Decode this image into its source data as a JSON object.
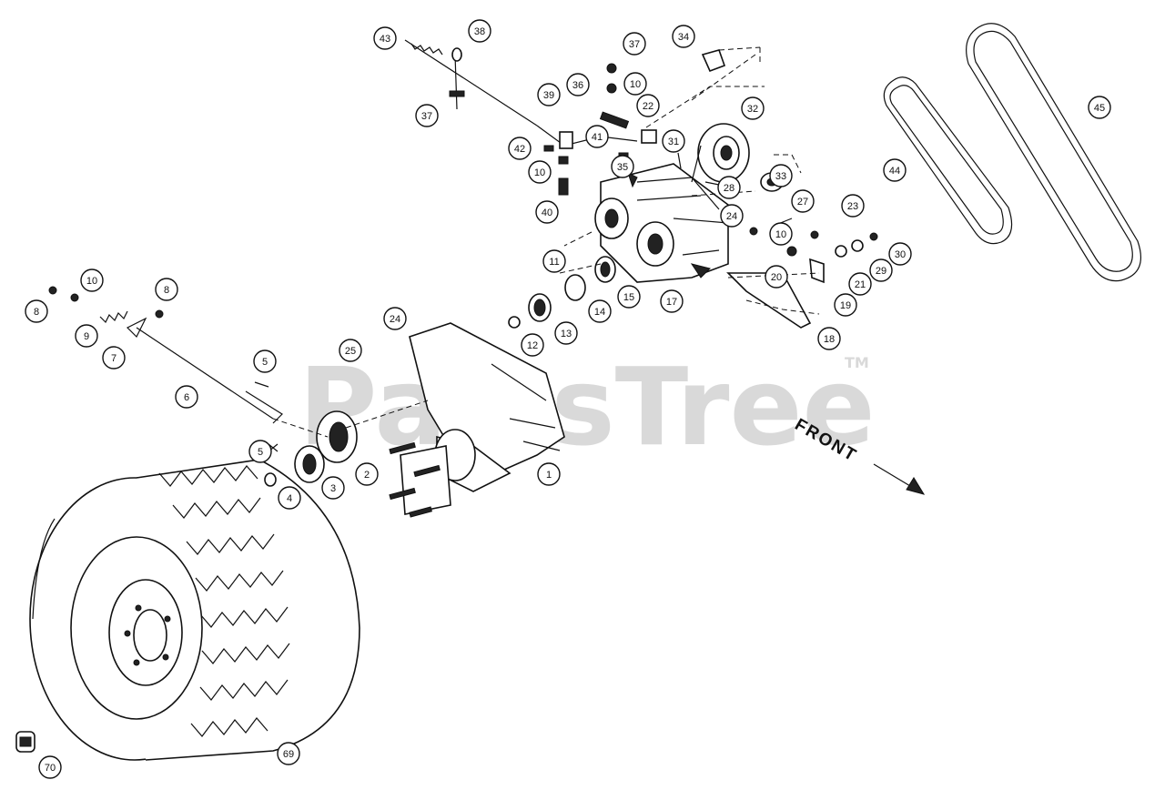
{
  "watermark": {
    "text": "PartsTree",
    "trademark": "TM"
  },
  "direction_label": "FRONT",
  "callouts": [
    {
      "label": "1"
    },
    {
      "label": "2"
    },
    {
      "label": "3"
    },
    {
      "label": "4"
    },
    {
      "label": "5"
    },
    {
      "label": "5"
    },
    {
      "label": "6"
    },
    {
      "label": "7"
    },
    {
      "label": "8"
    },
    {
      "label": "8"
    },
    {
      "label": "9"
    },
    {
      "label": "10"
    },
    {
      "label": "10"
    },
    {
      "label": "10"
    },
    {
      "label": "10"
    },
    {
      "label": "11"
    },
    {
      "label": "12"
    },
    {
      "label": "13"
    },
    {
      "label": "14"
    },
    {
      "label": "15"
    },
    {
      "label": "17"
    },
    {
      "label": "18"
    },
    {
      "label": "19"
    },
    {
      "label": "20"
    },
    {
      "label": "21"
    },
    {
      "label": "22"
    },
    {
      "label": "23"
    },
    {
      "label": "24"
    },
    {
      "label": "24"
    },
    {
      "label": "25"
    },
    {
      "label": "27"
    },
    {
      "label": "28"
    },
    {
      "label": "29"
    },
    {
      "label": "30"
    },
    {
      "label": "31"
    },
    {
      "label": "32"
    },
    {
      "label": "33"
    },
    {
      "label": "34"
    },
    {
      "label": "35"
    },
    {
      "label": "36"
    },
    {
      "label": "37"
    },
    {
      "label": "37"
    },
    {
      "label": "38"
    },
    {
      "label": "39"
    },
    {
      "label": "40"
    },
    {
      "label": "41"
    },
    {
      "label": "42"
    },
    {
      "label": "43"
    },
    {
      "label": "44"
    },
    {
      "label": "45"
    },
    {
      "label": "69"
    },
    {
      "label": "70"
    }
  ]
}
